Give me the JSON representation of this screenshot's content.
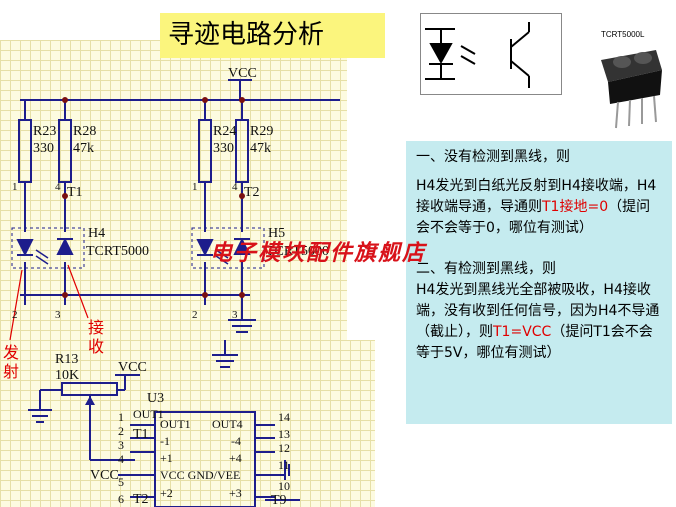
{
  "title": "寻迹电路分析",
  "sensor_part_label": "TCRT5000L",
  "watermark": "电子模块配件旗舰店",
  "annotations": {
    "emit": "发射",
    "receive": "接收"
  },
  "schematic": {
    "vcc": "VCC",
    "r23": "R23",
    "r23_val": "330",
    "r28": "R28",
    "r28_val": "47k",
    "r24": "R24",
    "r24_val": "330",
    "r29": "R29",
    "r29_val": "47k",
    "t1": "T1",
    "t2": "T2",
    "h4": "H4",
    "h5": "H5",
    "tcrt_a": "TCRT5000",
    "tcrt_b": "TCRT5000",
    "pin1": "1",
    "pin4": "4",
    "pin1b": "1",
    "pin4b": "4",
    "pin2": "2",
    "pin3": "3",
    "pin2b": "2",
    "pin3b": "3",
    "r13": "R13",
    "r13_val": "10K",
    "vcc2": "VCC",
    "u3": "U3",
    "vcc3": "VCC",
    "t9": "T9",
    "t2_in": "T2",
    "t1_in": "T1",
    "out1_net": "OUT1",
    "ic_left": [
      "OUT1",
      "-1",
      "+1",
      "VCC GND/VEE",
      "+2"
    ],
    "ic_right": [
      "OUT4",
      "-4",
      "+4",
      "",
      "+3"
    ],
    "pins_left": [
      "1",
      "2",
      "3",
      "4",
      "5",
      "6"
    ],
    "pins_right": [
      "14",
      "13",
      "12",
      "11",
      "10"
    ]
  },
  "info": {
    "s1_title": "一、没有检测到黑线，则",
    "s1_p1": "H4发光到白纸光反射到H4接收端，H4接收端导通，导通则",
    "s1_p1_red": "T1接地=0",
    "s1_p1_end": "（提问会不会等于0，哪位有测试）",
    "s2_title": "二、有检测到黑线，则",
    "s2_p1": "H4发光到黑线光全部被吸收，H4接收端，没有收到任何信号，因为H4不导通（截止），则",
    "s2_p1_red": "T1=VCC",
    "s2_p1_end": "（提问T1会不会等于5V，哪位有测试）"
  }
}
